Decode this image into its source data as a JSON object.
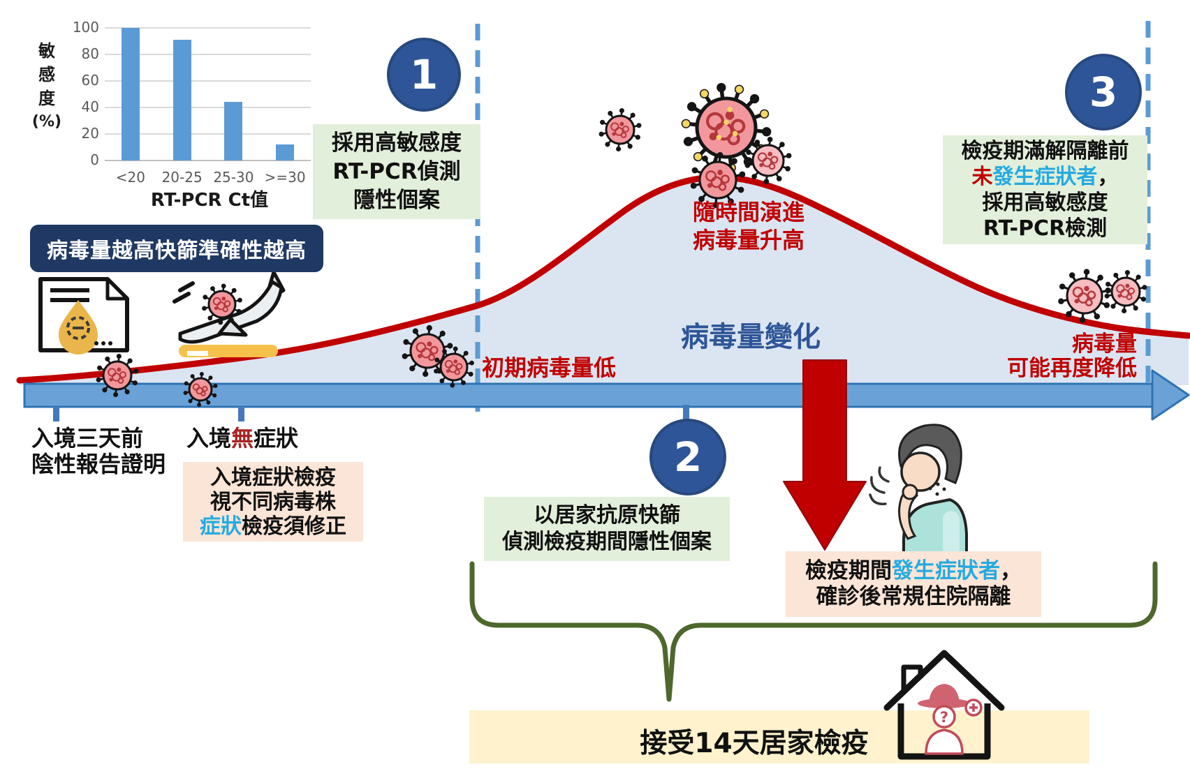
{
  "chart_data": {
    "type": "bar",
    "title": "",
    "ylabel_chars": [
      "敏",
      "感",
      "度",
      "(%)"
    ],
    "xlabel": "RT-PCR Ct值",
    "categories": [
      "<20",
      "20-25",
      "25-30",
      ">=30"
    ],
    "values": [
      100,
      91,
      44,
      12
    ],
    "yticks": [
      100,
      80,
      60,
      40,
      20,
      0
    ],
    "ylim": [
      0,
      100
    ],
    "grid": true,
    "legend": "none",
    "bar_color": "#5b9bd5"
  },
  "banner": {
    "text": "病毒量越高快篩準確性越高"
  },
  "steps": {
    "s1": {
      "num": "1",
      "l1": "採用高敏感度",
      "l2": "RT-PCR偵測",
      "l3": "隱性個案"
    },
    "s2": {
      "num": "2",
      "l1": "以居家抗原快篩",
      "l2": "偵測檢疫期間隱性個案"
    },
    "s3": {
      "num": "3",
      "l1": "檢疫期滿解隔離前",
      "l2_red": "未",
      "l2_cyan": "發生症狀者",
      "l2_tail": "，",
      "l3": "採用高敏感度",
      "l4": "RT-PCR檢測"
    }
  },
  "curve_labels": {
    "early": "初期病毒量低",
    "rise1": "隨時間演進",
    "rise2": "病毒量升高",
    "center": "病毒量變化",
    "late1": "病毒量",
    "late2": "可能再度降低"
  },
  "timeline": {
    "t1_l1": "入境三天前",
    "t1_l2": "陰性報告證明",
    "t2_pre": "入境",
    "t2_red": "無",
    "t2_post": "症狀"
  },
  "pink1": {
    "l1": "入境症狀檢疫",
    "l2": "視不同病毒株",
    "l3_cyan": "症狀",
    "l3_tail": "檢疫須修正"
  },
  "pink2": {
    "l1_pre": "檢疫期間",
    "l1_cyan": "發生症狀者",
    "l1_tail": "，",
    "l2": "確診後常規住院隔離"
  },
  "bottom": {
    "text": "接受14天居家檢疫"
  },
  "house_badge": {
    "question": "?"
  },
  "icons": {
    "report": "negative-test-report-icon",
    "plane": "airplane-landing-icon",
    "virus": "coronavirus-icon",
    "cough": "coughing-person-icon",
    "house": "home-quarantine-icon",
    "arrow": "red-down-arrow-icon"
  },
  "colors": {
    "red": "#c00000",
    "cyan": "#25aae1",
    "navy": "#1f3864",
    "blue_label": "#2e5597",
    "band": "#6aa2d8",
    "band_edge": "#2e74b5",
    "dash": "#5b9bd5",
    "green_box": "#e2efda",
    "pink_box": "#fbe5d6",
    "yellow_box": "#fff2cc",
    "bar": "#5b9bd5",
    "brace": "#4d682c",
    "tick": "#4479bd",
    "fill": "#dbe5f1",
    "gray": "#595959"
  }
}
